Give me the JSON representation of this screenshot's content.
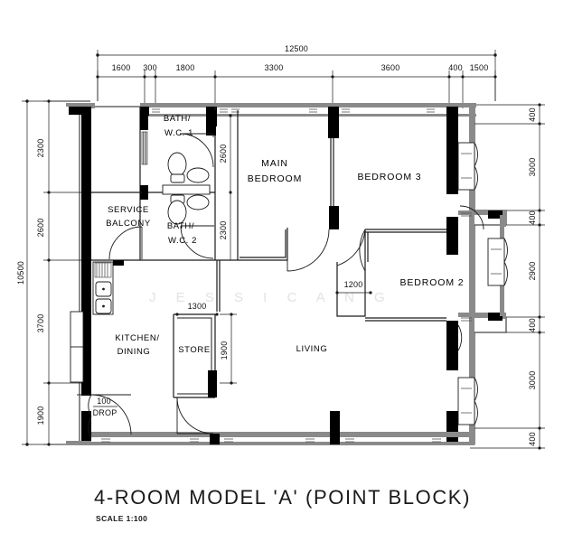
{
  "drawing": {
    "title": "4-ROOM MODEL 'A' (POINT BLOCK)",
    "scale": "SCALE 1:100",
    "watermark": "J E S S I C A   N G",
    "line_color": "#1a1a1a",
    "wall_fill": "#000000",
    "wall_hatch": "#8a8a8a",
    "background": "#ffffff"
  },
  "rooms": [
    {
      "id": "bath1",
      "label": "BATH/",
      "label2": "W.C.  1"
    },
    {
      "id": "bath2",
      "label": "BATH/",
      "label2": "W.C.  2"
    },
    {
      "id": "service_balcony",
      "label": "SERVICE",
      "label2": "BALCONY"
    },
    {
      "id": "kitchen_dining",
      "label": "KITCHEN/",
      "label2": "DINING"
    },
    {
      "id": "store",
      "label": "STORE",
      "label2": ""
    },
    {
      "id": "main_bedroom",
      "label": "MAIN",
      "label2": "BEDROOM"
    },
    {
      "id": "bedroom3",
      "label": "BEDROOM  3",
      "label2": ""
    },
    {
      "id": "bedroom2",
      "label": "BEDROOM  2",
      "label2": ""
    },
    {
      "id": "living",
      "label": "LIVING",
      "label2": ""
    },
    {
      "id": "drop",
      "label": "100",
      "label2": "DROP"
    }
  ],
  "dimensions": {
    "overall_width": "12500",
    "overall_height": "10500",
    "top_chain": [
      "1600",
      "300",
      "1800",
      "3300",
      "3600",
      "400",
      "1500"
    ],
    "left_chain": [
      "2300",
      "2600",
      "3700",
      "1900"
    ],
    "right_chain": [
      "400",
      "3000",
      "400",
      "2900",
      "400",
      "3000",
      "400"
    ],
    "interior": [
      "2600",
      "2300",
      "1200",
      "1300",
      "1900"
    ]
  },
  "labels": {
    "dim_12500": "12500",
    "dim_10500": "10500",
    "dim_1600": "1600",
    "dim_300": "300",
    "dim_1800": "1800",
    "dim_3300": "3300",
    "dim_3600": "3600",
    "dim_400_top": "400",
    "dim_1500": "1500",
    "dim_2300_L": "2300",
    "dim_2600_L": "2600",
    "dim_3700_L": "3700",
    "dim_1900_L": "1900",
    "dim_400_r1": "400",
    "dim_3000_r1": "3000",
    "dim_400_r2": "400",
    "dim_2900_r": "2900",
    "dim_400_r3": "400",
    "dim_3000_r2": "3000",
    "dim_400_r4": "400",
    "dim_2600_i": "2600",
    "dim_2300_i": "2300",
    "dim_1200_i": "1200",
    "dim_1300_i": "1300",
    "dim_1900_i": "1900"
  }
}
